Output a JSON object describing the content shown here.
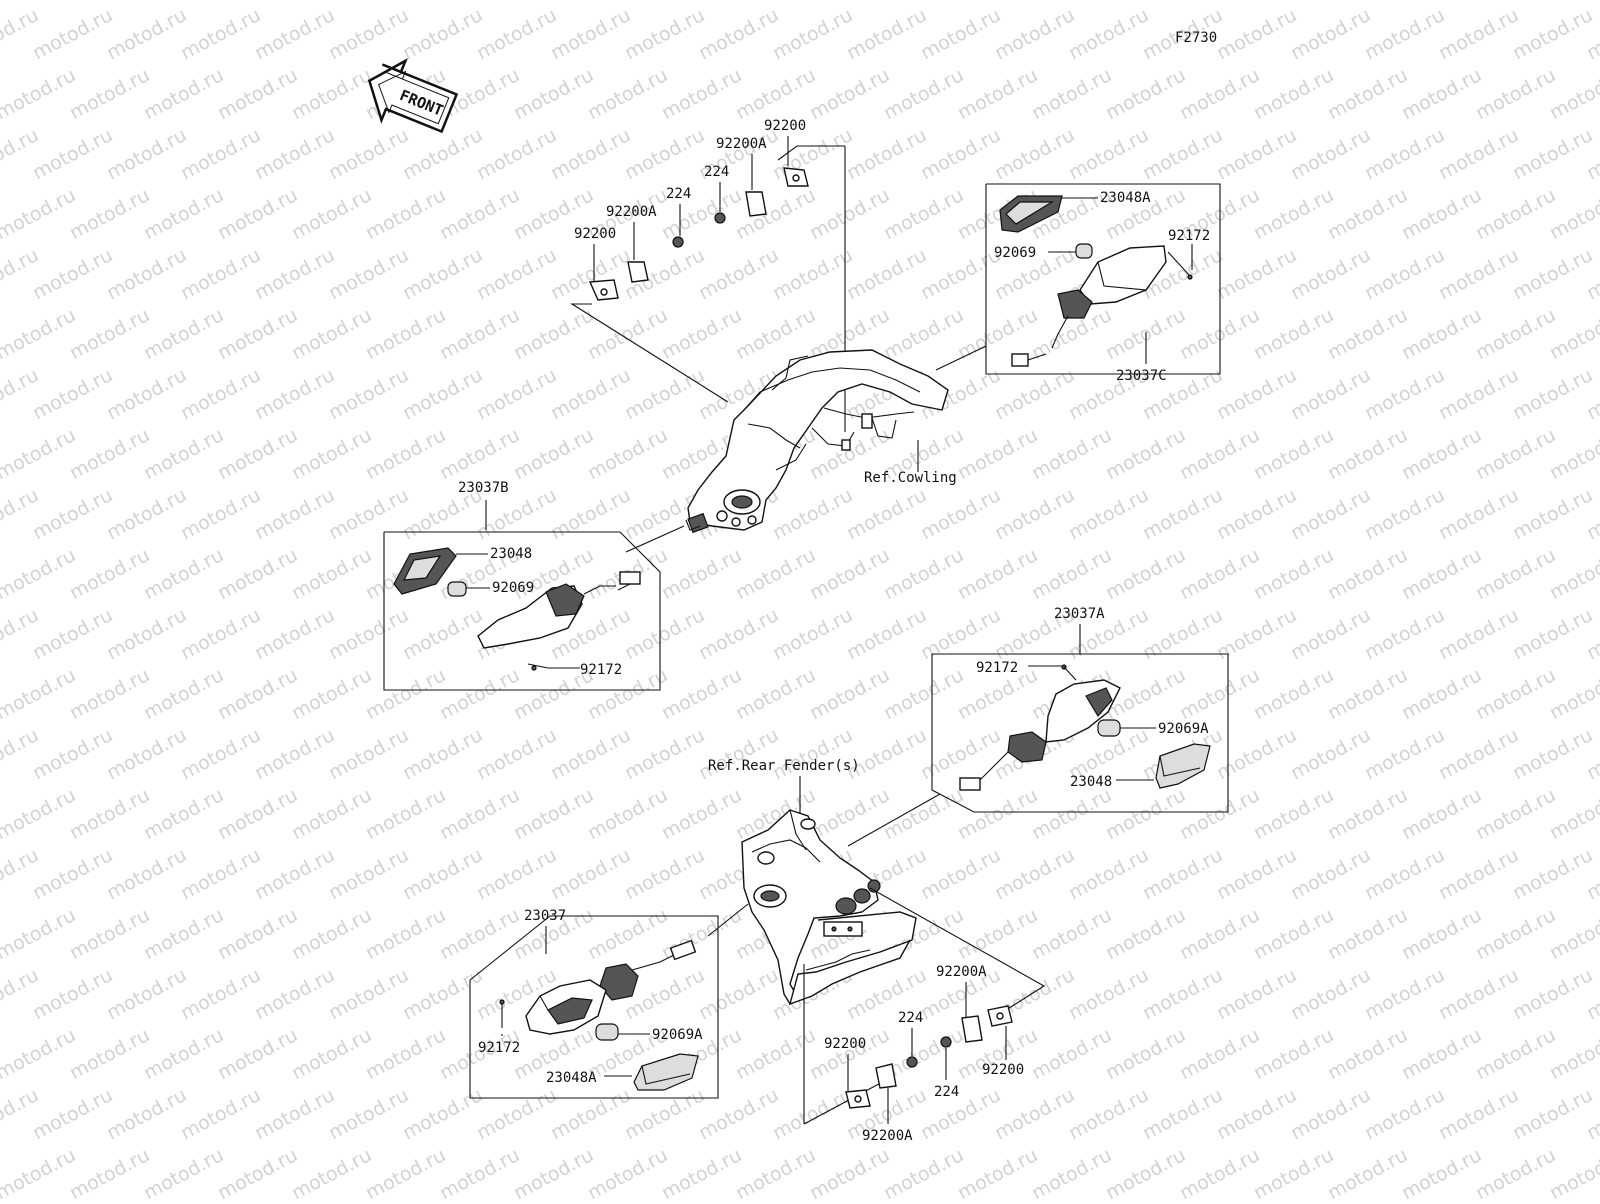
{
  "figure_code": "F2730",
  "front_arrow_text": "FRONT",
  "watermark_text": "motod.ru",
  "front_assembly": {
    "left_brackets": {
      "bracket_a": "92200",
      "bracket_b": "92200A",
      "screw": "224"
    },
    "right_brackets": {
      "bracket_a": "92200",
      "bracket_b": "92200A",
      "screw": "224"
    },
    "cowling_ref": "Ref.Cowling"
  },
  "front_right_signal": {
    "assembly": "23037C",
    "lens": "23048A",
    "bulb": "92069",
    "screw": "92172"
  },
  "front_left_signal": {
    "assembly": "23037B",
    "lens": "23048",
    "bulb": "92069",
    "screw": "92172"
  },
  "rear_assembly": {
    "fender_ref": "Ref.Rear Fender(s)",
    "brackets": {
      "bracket_b_top": "92200A",
      "screw_top": "224",
      "bracket_a_right": "92200",
      "screw_bottom": "224",
      "bracket_a_left": "92200",
      "bracket_b_bottom": "92200A"
    }
  },
  "rear_right_signal": {
    "assembly": "23037A",
    "screw": "92172",
    "bulb": "92069A",
    "lens": "23048"
  },
  "rear_left_signal": {
    "assembly": "23037",
    "screw": "92172",
    "bulb": "92069A",
    "lens": "23048A"
  }
}
